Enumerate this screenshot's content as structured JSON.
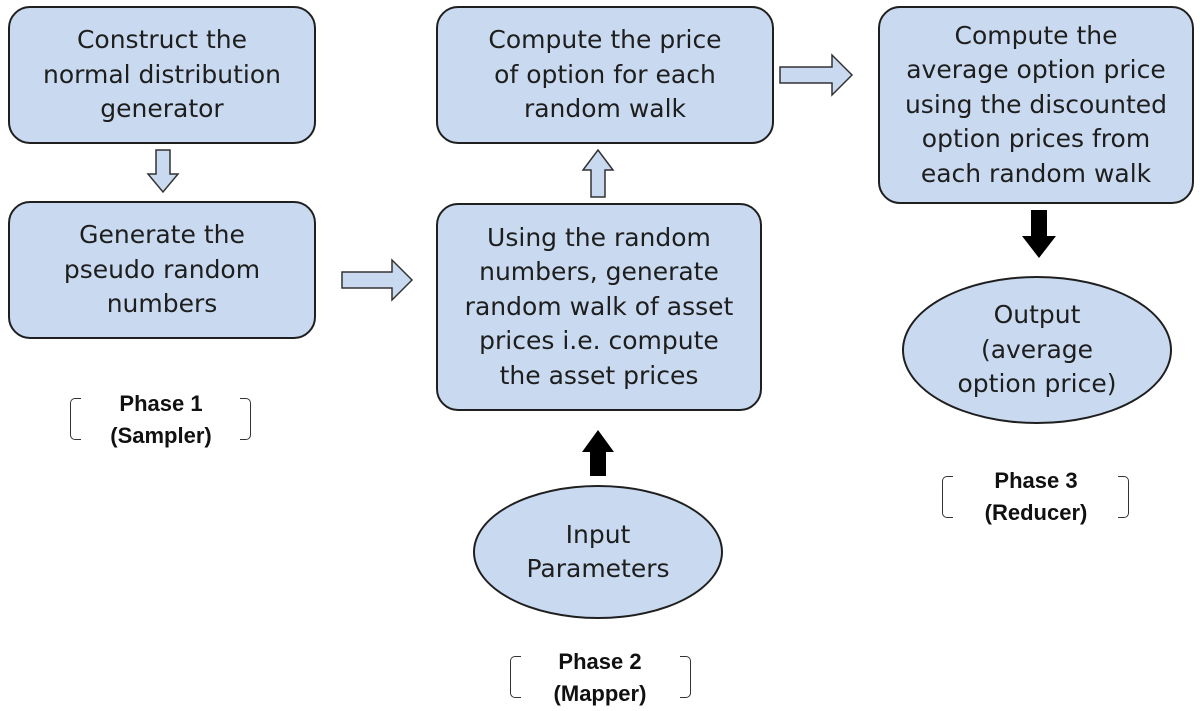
{
  "colors": {
    "box_fill": "#c9daf0",
    "box_border": "#1f1f1f",
    "outline_arrow_fill": "#c9daf0",
    "solid_arrow_fill": "#000000"
  },
  "phase1": {
    "box_construct": "Construct the\nnormal distribution\ngenerator",
    "box_generate": "Generate the\npseudo random\nnumbers",
    "label_line1": "Phase 1",
    "label_line2": "(Sampler)"
  },
  "phase2": {
    "box_compute_price": "Compute the price\nof option for each\nrandom walk",
    "box_random_walk": "Using the random\nnumbers, generate\nrandom walk of asset\nprices i.e. compute\nthe asset prices",
    "ellipse_input": "Input\nParameters",
    "label_line1": "Phase 2",
    "label_line2": "(Mapper)"
  },
  "phase3": {
    "box_average": "Compute the\naverage option price\nusing the discounted\noption prices from\neach random walk",
    "ellipse_output": "Output\n(average\noption price)",
    "label_line1": "Phase 3",
    "label_line2": "(Reducer)"
  }
}
